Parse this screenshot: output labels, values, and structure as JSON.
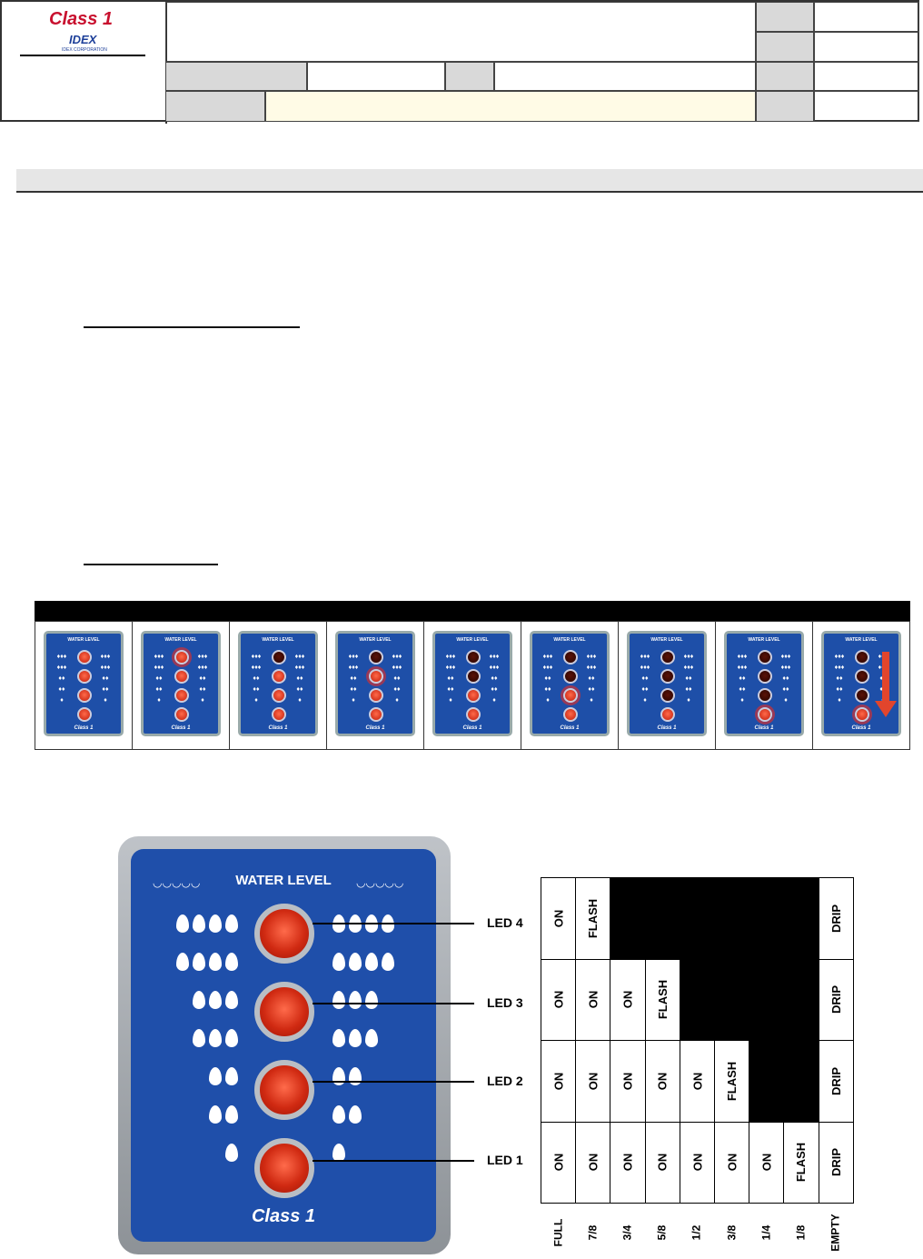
{
  "header": {
    "brand": "Class 1",
    "sub_brand": "IDEX",
    "sub_brand_caption": "IDEX CORPORATION"
  },
  "panel": {
    "title": "WATER LEVEL",
    "brand": "Class 1",
    "leds": [
      "LED 4",
      "LED 3",
      "LED 2",
      "LED 1"
    ]
  },
  "strip": {
    "thumb_title": "WATER LEVEL",
    "thumb_brand": "Class 1",
    "states": [
      [
        "on",
        "on",
        "on",
        "on"
      ],
      [
        "flash",
        "on",
        "on",
        "on"
      ],
      [
        "off",
        "on",
        "on",
        "on"
      ],
      [
        "off",
        "flash",
        "on",
        "on"
      ],
      [
        "off",
        "off",
        "on",
        "on"
      ],
      [
        "off",
        "off",
        "flash",
        "on"
      ],
      [
        "off",
        "off",
        "off",
        "on"
      ],
      [
        "off",
        "off",
        "off",
        "flash"
      ],
      [
        "off",
        "off",
        "off",
        "drip"
      ]
    ]
  },
  "table": {
    "columns": [
      "FULL",
      "7/8",
      "3/4",
      "5/8",
      "1/2",
      "3/8",
      "1/4",
      "1/8",
      "EMPTY"
    ],
    "rows": [
      {
        "led": "LED 4",
        "cells": [
          "ON",
          "FLASH",
          "",
          "",
          "",
          "",
          "",
          "",
          "DRIP"
        ]
      },
      {
        "led": "LED 3",
        "cells": [
          "ON",
          "ON",
          "ON",
          "FLASH",
          "",
          "",
          "",
          "",
          "DRIP"
        ]
      },
      {
        "led": "LED 2",
        "cells": [
          "ON",
          "ON",
          "ON",
          "ON",
          "ON",
          "FLASH",
          "",
          "",
          "DRIP"
        ]
      },
      {
        "led": "LED 1",
        "cells": [
          "ON",
          "ON",
          "ON",
          "ON",
          "ON",
          "ON",
          "ON",
          "FLASH",
          "DRIP"
        ]
      }
    ]
  },
  "colors": {
    "panel_blue": "#1f4faa",
    "led_red": "#d02a12",
    "header_grey": "#d9d9d9",
    "header_yellow": "#fffbe6"
  }
}
